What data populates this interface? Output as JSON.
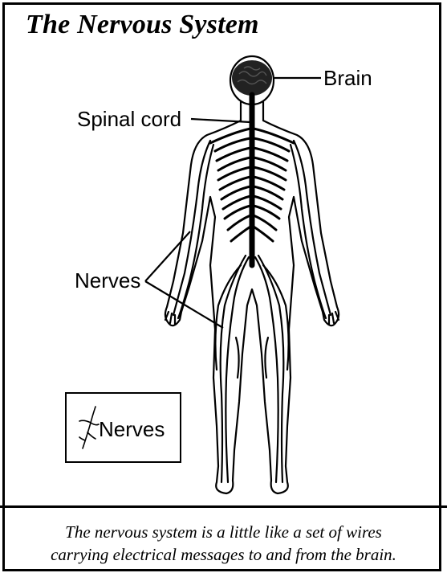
{
  "title": "The Nervous System",
  "labels": {
    "brain": "Brain",
    "spinal_cord": "Spinal cord",
    "nerves": "Nerves"
  },
  "legend": {
    "text": "Nerves",
    "icon": "nerve-branch-icon"
  },
  "caption": {
    "line1": "The nervous system is a little like a set of wires",
    "line2": "carrying electrical messages to and from the brain."
  }
}
